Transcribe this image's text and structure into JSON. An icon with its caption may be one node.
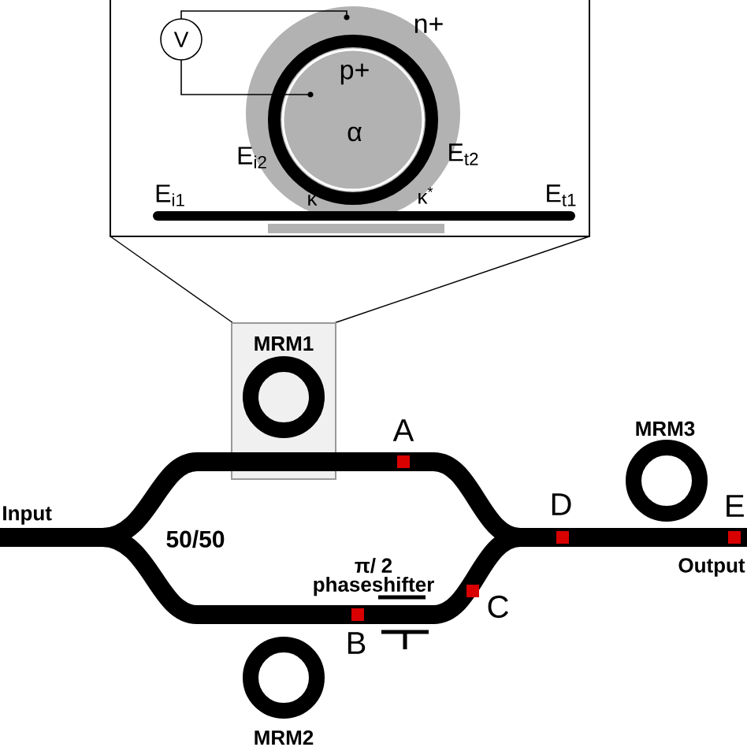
{
  "diagram": {
    "labels": [
      "V",
      "n+",
      "p+",
      "α",
      "E$_{i2}$",
      "E$_{t2}$",
      "E$_{i1}$",
      "κ",
      "κ$^{*}$",
      "E$_{t1}$",
      "MRM1",
      "A",
      "MRM3",
      "Input",
      "50/50",
      "D",
      "E",
      "π/ 2 phaseshifter",
      "Output",
      "C",
      "B",
      "MRM2"
    ]
  }
}
